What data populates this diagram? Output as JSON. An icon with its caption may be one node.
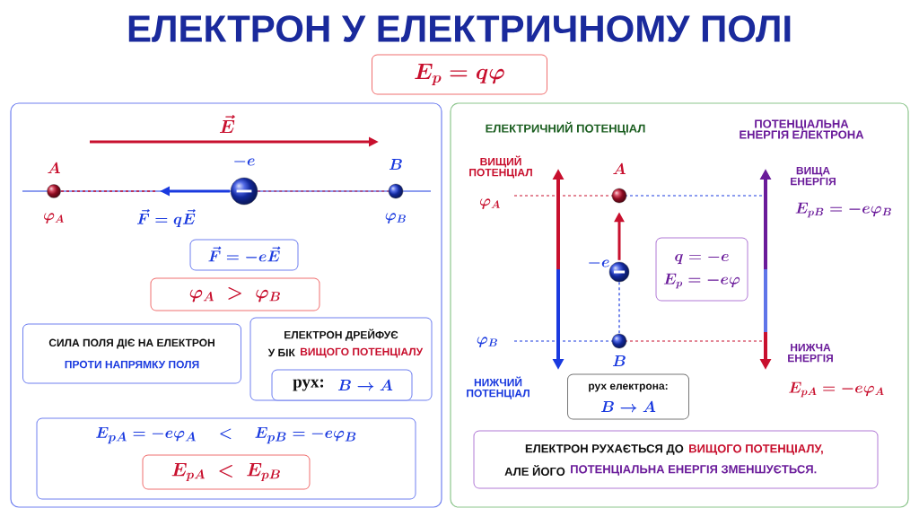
{
  "diagram": {
    "title": "ЕЛЕКТРОН У ЕЛЕКТРИЧНОМУ ПОЛІ",
    "nodes": [
      {
        "text": [
          "E_p = q\\varphi"
        ]
      },
      {
        "text": [],
        "shape": "box"
      },
      {
        "text": [],
        "shape": "circle",
        "in": 1,
        "beside": [
          "A",
          "\\varphi_A"
        ]
      },
      {
        "text": [],
        "shape": "circle",
        "in": 1,
        "beside": [
          "-e"
        ]
      },
      {
        "text": [],
        "shape": "circle",
        "in": 1,
        "beside": [
          "B",
          "\\varphi_B"
        ]
      },
      {
        "text": [
          "\\vec{F} = -e\\vec{E}"
        ],
        "in": 1
      },
      {
        "text": [
          "\\varphi_A \\; > \\; \\varphi_B"
        ],
        "in": 1
      },
      {
        "text": [
          "СИЛА ПОЛЯ ДІЄ НА ЕЛЕКТРОН",
          "ПРОТИ НАПРЯМКУ ПОЛЯ"
        ],
        "in": 1
      },
      {
        "text": [
          "ЕЛЕКТРОН ДРЕЙФУЄ",
          "У БІК",
          "ВИЩОГО ПОТЕНЦІАЛУ"
        ],
        "in": 1
      },
      {
        "text": [
          "рух:",
          "B \\rightarrow A"
        ],
        "in": 8
      },
      {
        "text": [
          "E_{pA} = -e\\varphi_A \\quad < \\quad E_{pB} = -e\\varphi_B"
        ],
        "in": 1
      },
      {
        "text": [
          "E_{pA} \\; < \\; E_{pB}"
        ],
        "in": 10
      },
      {
        "text": [],
        "shape": "box"
      },
      {
        "text": [],
        "shape": "circle",
        "in": 12,
        "beside": [
          "A"
        ]
      },
      {
        "text": [],
        "shape": "circle",
        "in": 12,
        "beside": [
          "-e"
        ]
      },
      {
        "text": [],
        "shape": "circle",
        "in": 12,
        "beside": [
          "B"
        ]
      },
      {
        "text": [
          "q = -e",
          "E_p = -e\\varphi"
        ],
        "in": 12
      },
      {
        "text": [
          "рух електрона:",
          "B \\rightarrow A"
        ],
        "in": 12
      },
      {
        "text": [
          "ЕЛЕКТРОН РУХАЄТЬСЯ ДО",
          "ВИЩОГО ПОТЕНЦІАЛУ,",
          "АЛЕ ЙОГО",
          "ПОТЕНЦІАЛЬНА ЕНЕРГІЯ ЗМЕНШУЄТЬСЯ."
        ],
        "in": 12
      }
    ],
    "edges": [
      {
        "from": 3,
        "to": 4,
        "arrow": "none",
        "style": "dashed"
      },
      {
        "from": 14,
        "to": 13,
        "arrow": "to",
        "style": "thick"
      },
      {
        "from": 14,
        "to": 15,
        "arrow": "none",
        "style": "dashed",
        "color": "#1f3fe0"
      }
    ],
    "labels": [
      "\\vec{E}",
      "\\vec{F} = q\\vec{E}",
      "ЕЛЕКТРИЧНИЙ ПОТЕНЦІАЛ",
      "ПОТЕНЦІАЛЬНА ЕНЕРГІЯ ЕЛЕКТРОНА",
      "ВИЩИЙ ПОТЕНЦІАЛ",
      "\\varphi_A",
      "ВИЩА ЕНЕРГІЯ",
      "E_{pB} = -e\\varphi_B",
      "\\varphi_B",
      "НИЖЧА ЕНЕРГІЯ",
      "НИЖЧИЙ ПОТЕНЦІАЛ",
      "E_{pA} = -e\\varphi_A"
    ]
  }
}
